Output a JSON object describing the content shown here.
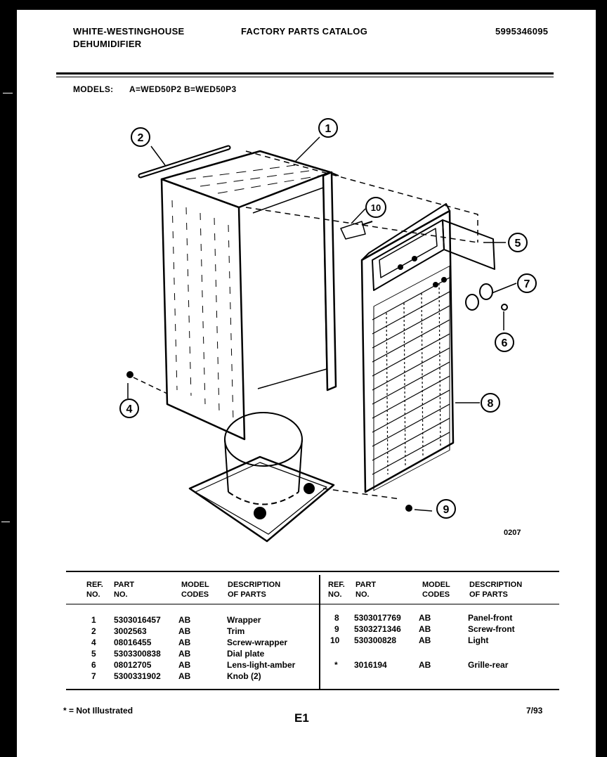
{
  "header": {
    "brand": "WHITE-WESTINGHOUSE",
    "product": "DEHUMIDIFIER",
    "catalog": "FACTORY PARTS CATALOG",
    "catalog_number": "5995346095"
  },
  "models": {
    "label": "MODELS:",
    "value": "A=WED50P2  B=WED50P3"
  },
  "figure": {
    "code": "0207",
    "callouts": [
      "1",
      "2",
      "4",
      "5",
      "6",
      "7",
      "8",
      "9",
      "10"
    ]
  },
  "table": {
    "headers": {
      "ref": [
        "REF.",
        "NO."
      ],
      "part": [
        "PART",
        "NO."
      ],
      "model": [
        "MODEL",
        "CODES"
      ],
      "desc": [
        "DESCRIPTION",
        "OF PARTS"
      ]
    },
    "left_rows": [
      {
        "ref": "1",
        "part": "5303016457",
        "codes": "AB",
        "desc": "Wrapper"
      },
      {
        "ref": "2",
        "part": "3002563",
        "codes": "AB",
        "desc": "Trim"
      },
      {
        "ref": "4",
        "part": "08016455",
        "codes": "AB",
        "desc": "Screw-wrapper"
      },
      {
        "ref": "5",
        "part": "5303300838",
        "codes": "AB",
        "desc": "Dial plate"
      },
      {
        "ref": "6",
        "part": "08012705",
        "codes": "AB",
        "desc": "Lens-light-amber"
      },
      {
        "ref": "7",
        "part": "5300331902",
        "codes": "AB",
        "desc": "Knob (2)"
      }
    ],
    "right_rows": [
      {
        "ref": "8",
        "part": "5303017769",
        "codes": "AB",
        "desc": "Panel-front"
      },
      {
        "ref": "9",
        "part": "5303271346",
        "codes": "AB",
        "desc": "Screw-front"
      },
      {
        "ref": "10",
        "part": "530300828",
        "codes": "AB",
        "desc": "Light"
      },
      {
        "ref": "*",
        "part": "3016194",
        "codes": "AB",
        "desc": "Grille-rear"
      }
    ]
  },
  "footer": {
    "footnote": "* = Not Illustrated",
    "page": "E1",
    "date": "7/93"
  }
}
